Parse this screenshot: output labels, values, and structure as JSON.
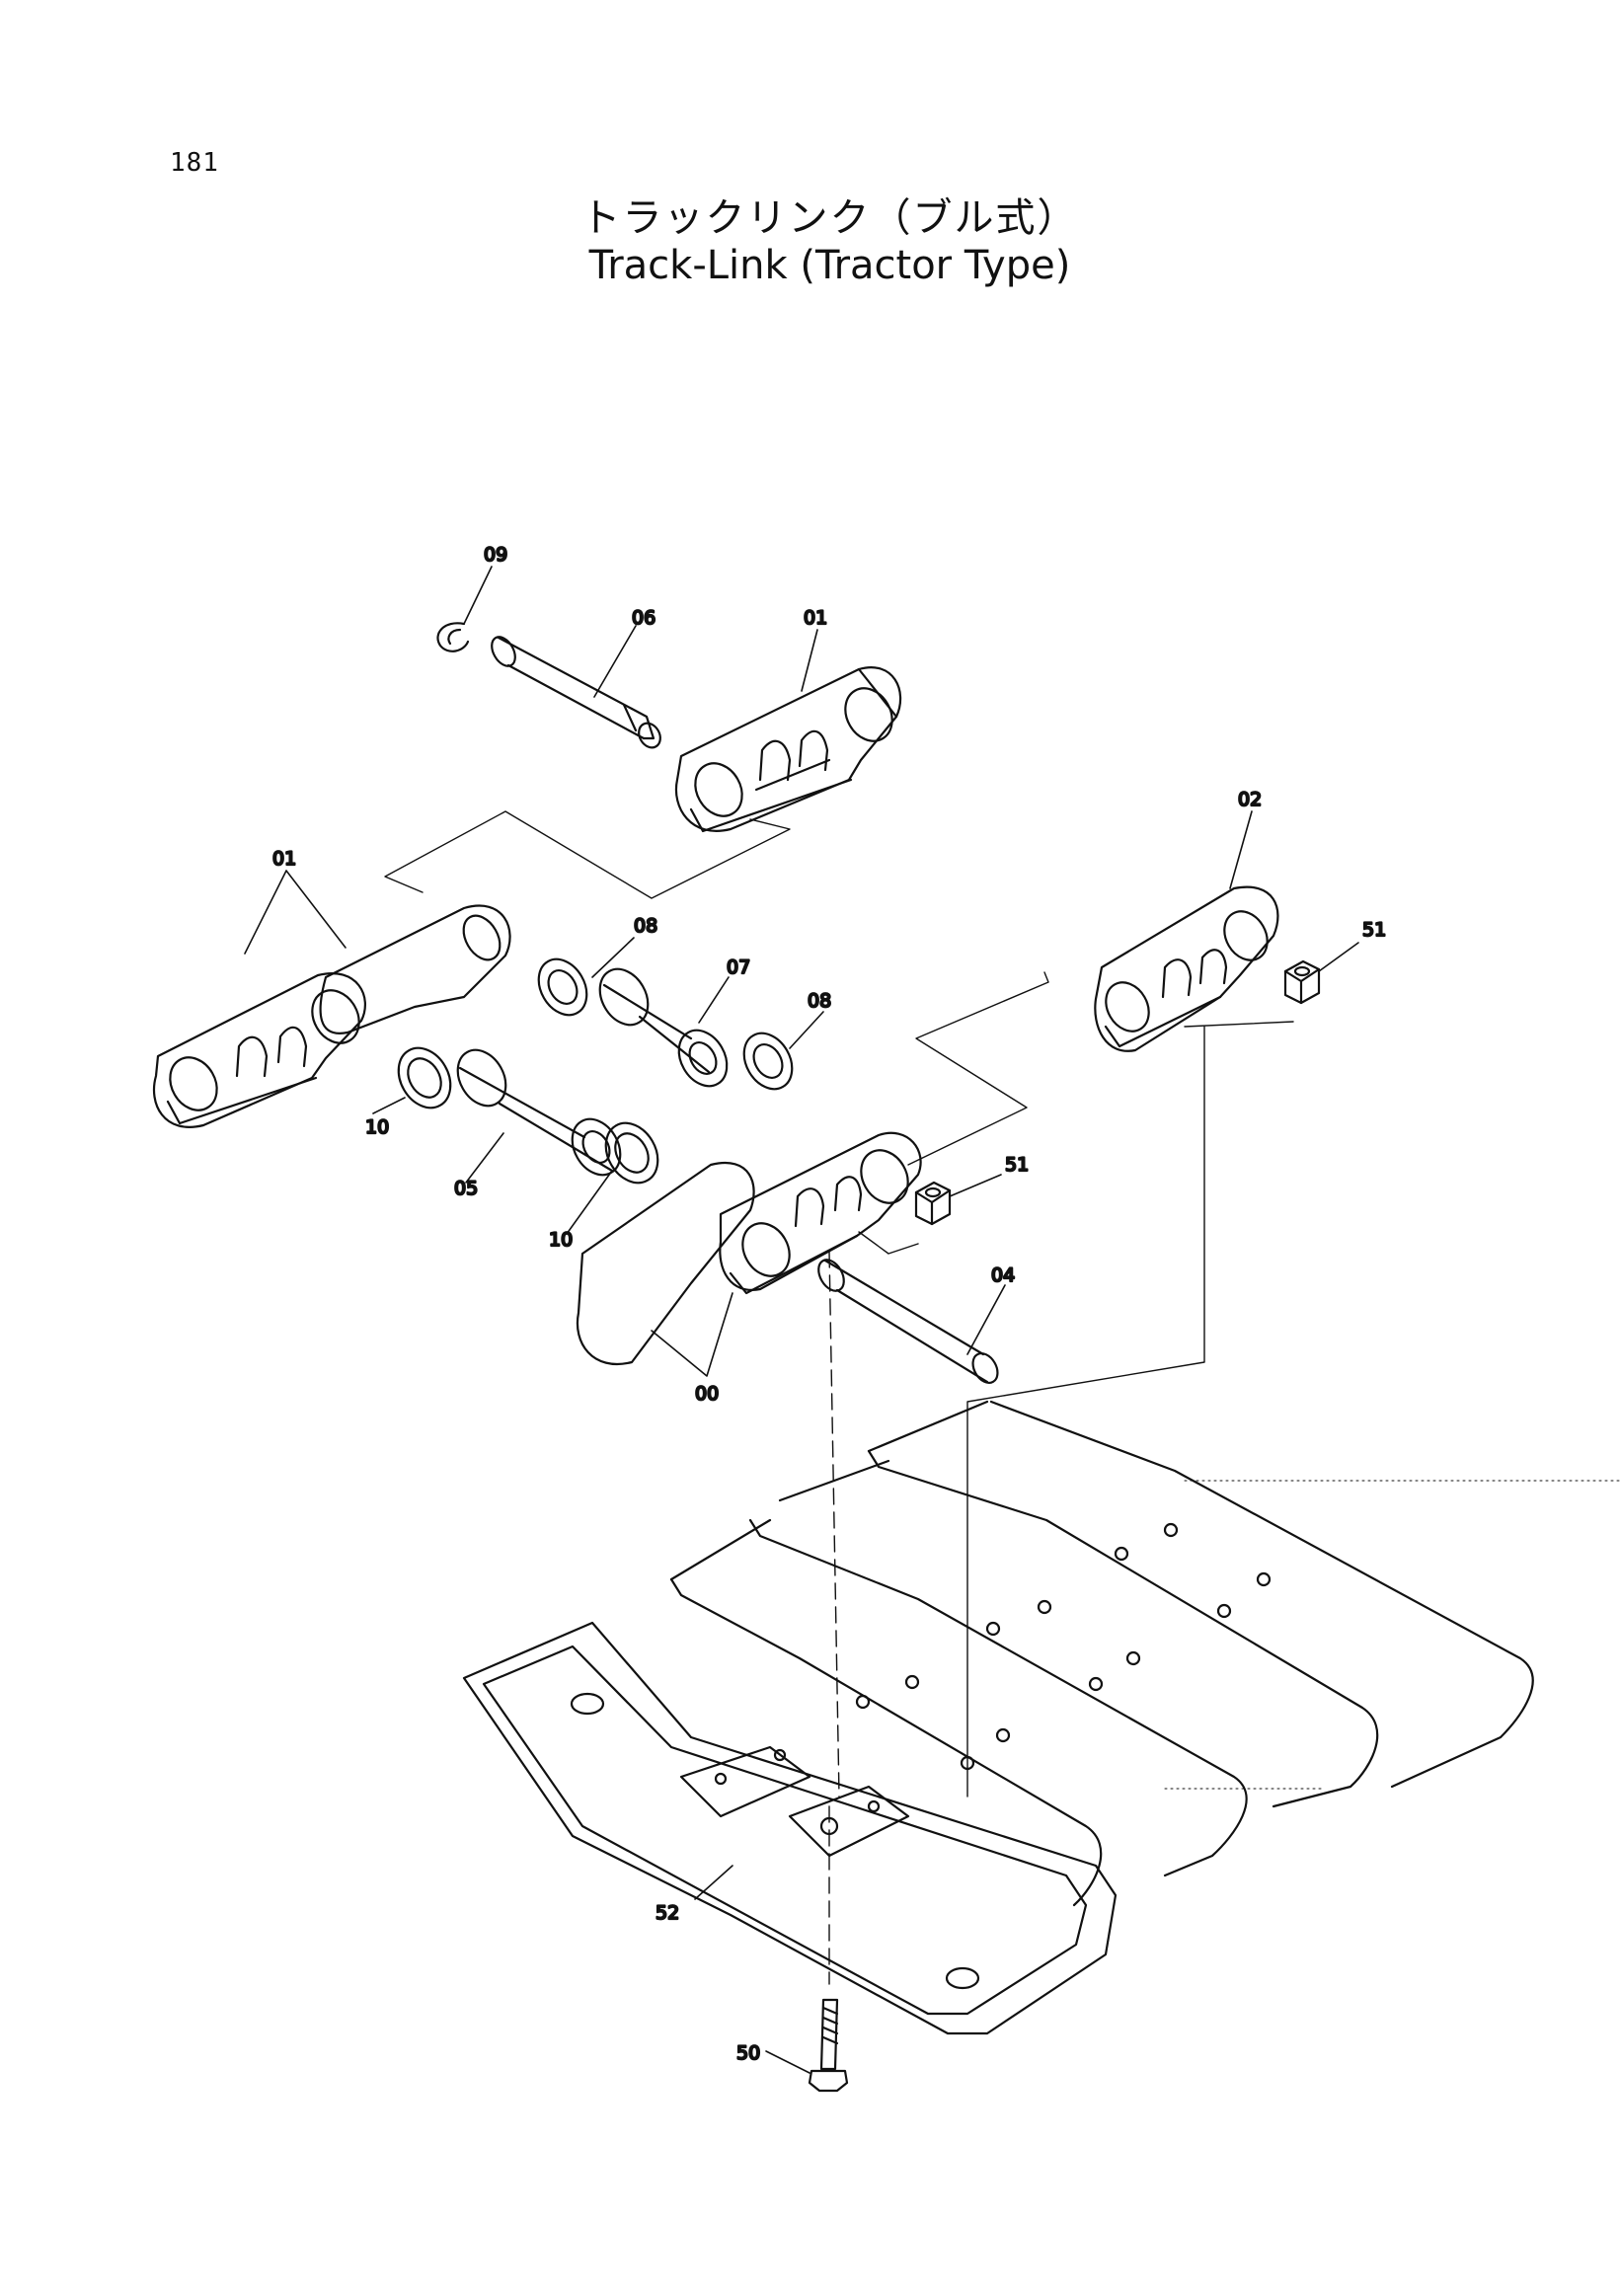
{
  "page": {
    "number": "181",
    "title_ja": "トラックリンク（ブル式）",
    "title_en": "Track-Link (Tractor Type)"
  },
  "callouts": {
    "c09": "09",
    "c06": "06",
    "c01_top": "01",
    "c01_left": "01",
    "c02": "02",
    "c51_right": "51",
    "c08_a": "08",
    "c07": "07",
    "c08_b": "08",
    "c10_a": "10",
    "c05": "05",
    "c10_b": "10",
    "c51_mid": "51",
    "c04": "04",
    "c00": "00",
    "c52": "52",
    "c50": "50"
  }
}
